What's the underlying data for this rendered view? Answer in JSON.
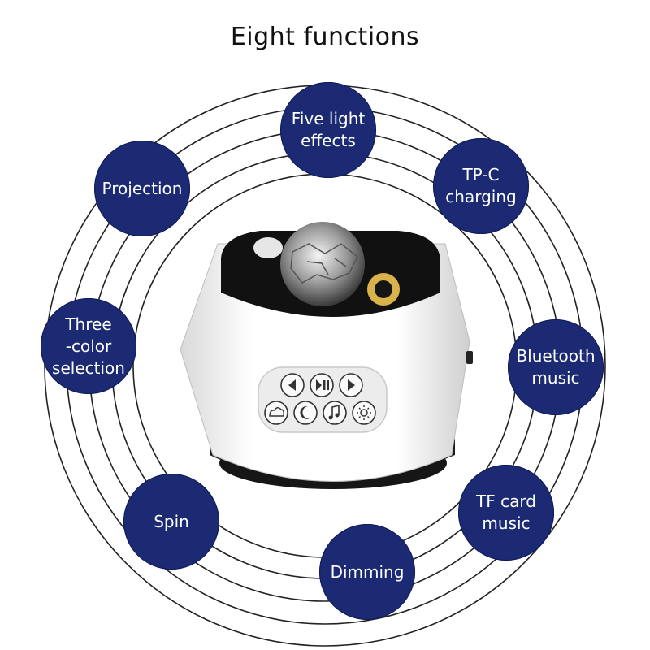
{
  "title": "Eight functions",
  "colors": {
    "bubble_fill": "#1b2a72",
    "ring_stroke": "#222222",
    "device_body": "#ffffff",
    "device_top": "#111111",
    "device_base": "#1a1a1a"
  },
  "functions": [
    {
      "id": "five-light-effects",
      "label": "Five light\neffects"
    },
    {
      "id": "tp-c-charging",
      "label": "TP-C\ncharging"
    },
    {
      "id": "bluetooth-music",
      "label": "Bluetooth\nmusic"
    },
    {
      "id": "tf-card-music",
      "label": "TF card\nmusic"
    },
    {
      "id": "dimming",
      "label": "Dimming"
    },
    {
      "id": "spin",
      "label": "Spin"
    },
    {
      "id": "three-color-selection",
      "label": "Three\n-color\nselection"
    },
    {
      "id": "projection",
      "label": "Projection"
    }
  ],
  "device": {
    "icons_top_row": [
      "previous-icon",
      "play-pause-icon",
      "next-icon"
    ],
    "icons_bottom_row": [
      "cloud-light-icon",
      "moon-icon",
      "music-note-icon",
      "sun-icon"
    ]
  }
}
